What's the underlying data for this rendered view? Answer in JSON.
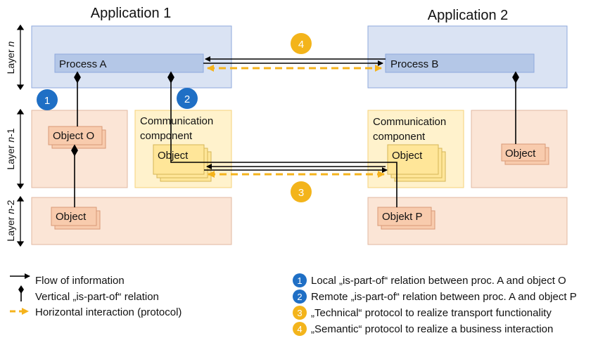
{
  "titles": {
    "app1": "Application 1",
    "app2": "Application 2"
  },
  "layers": {
    "n_prefix": "Layer ",
    "n_var": "n",
    "n1_prefix": "Layer ",
    "n1_var": "n",
    "n1_suffix": "-1",
    "n2_prefix": "Layer ",
    "n2_var": "n",
    "n2_suffix": "-2"
  },
  "app1": {
    "process": "Process A",
    "object_o": "Object O",
    "comm_line1": "Communication",
    "comm_line2": "component",
    "comm_object": "Object",
    "object_lower": "Object"
  },
  "app2": {
    "process": "Process B",
    "comm_line1": "Communication",
    "comm_line2": "component",
    "comm_object": "Object",
    "object_right": "Object",
    "object_p": "Objekt P"
  },
  "badges": {
    "b1": "1",
    "b2": "2",
    "b3": "3",
    "b4": "4"
  },
  "legend_left": [
    {
      "text": "Flow of information"
    },
    {
      "text": "Vertical „is-part-of“ relation"
    },
    {
      "text": "Horizontal interaction (protocol)"
    }
  ],
  "legend_right": [
    {
      "num": "1",
      "text": "Local „is-part-of“ relation between proc. A and object O"
    },
    {
      "num": "2",
      "text": "Remote „is-part-of“ relation between proc. A and object P"
    },
    {
      "num": "3",
      "text": "„Technical“ protocol to realize transport functionality"
    },
    {
      "num": "4",
      "text": "„Semantic“ protocol to realize a business interaction"
    }
  ],
  "colors": {
    "layer_n_fill": "#dae3f3",
    "layer_n_stroke": "#8faadc",
    "process_fill": "#b4c7e7",
    "process_stroke": "#8faadc",
    "lower_fill": "#fbe5d6",
    "lower_stroke": "#e2b8a0",
    "comm_fill": "#fff2cc",
    "comm_stroke": "#f4d27a",
    "comm_obj_fill": "#ffe699",
    "comm_obj_stroke": "#d6b656",
    "obj_fill": "#f8cbad",
    "obj_stroke": "#d99977",
    "badge_blue": "#1f6fc5",
    "badge_orange": "#f3b41b",
    "dash_orange": "#f5b31c"
  }
}
